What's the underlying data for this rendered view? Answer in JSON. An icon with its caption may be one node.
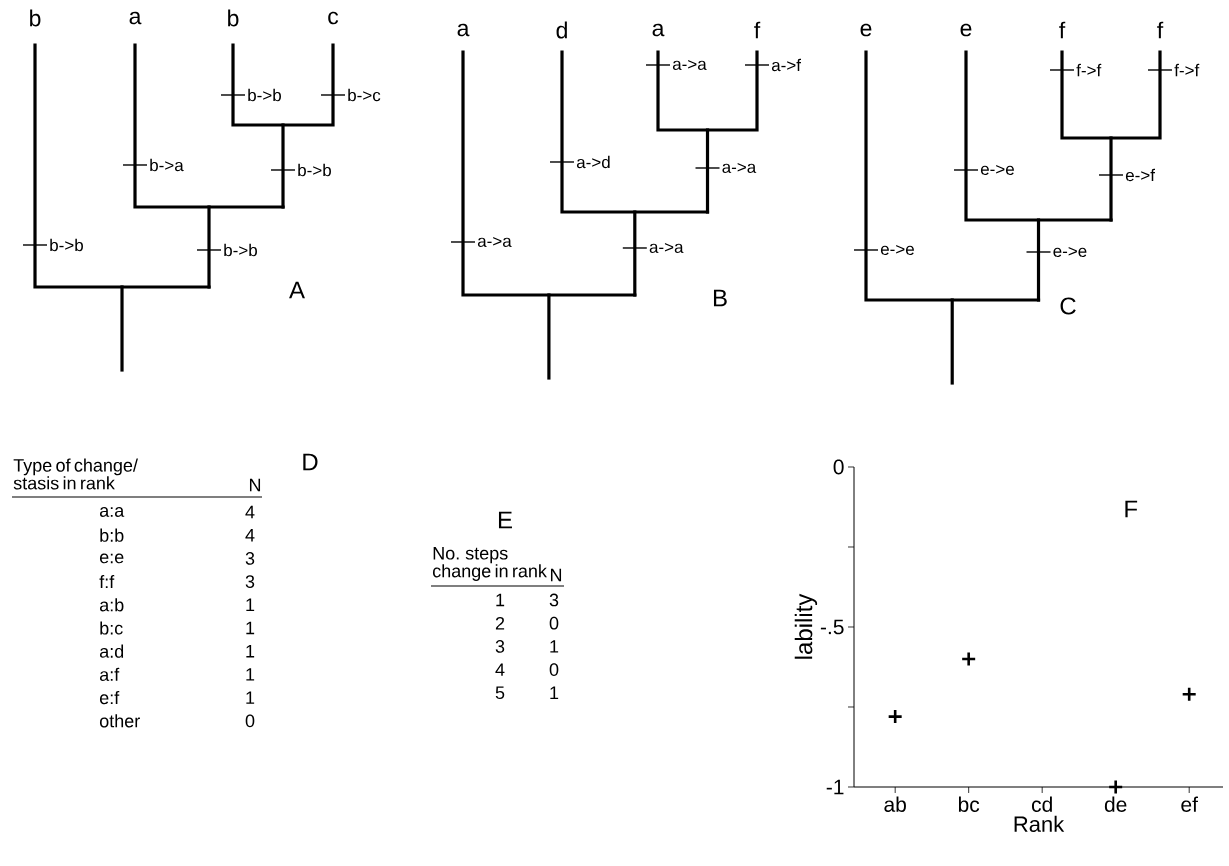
{
  "diagram": {
    "labels": [
      "b",
      "a",
      "b",
      "c",
      "b->b",
      "b->c",
      "b->a",
      "b->b",
      "b->b",
      "b->b",
      "A",
      "a",
      "d",
      "a",
      "f",
      "a->a",
      "a->f",
      "a->d",
      "a->a",
      "a->a",
      "a->a",
      "B",
      "e",
      "e",
      "f",
      "f",
      "f->f",
      "f->f",
      "e->e",
      "e->f",
      "e->e",
      "e->e",
      "C",
      "D",
      "Type of change/ stasis in rank",
      "N",
      "a:a",
      "4",
      "b:b",
      "4",
      "e:e",
      "3",
      "f:f",
      "3",
      "a:b",
      "1",
      "b:c",
      "1",
      "a:d",
      "1",
      "a:f",
      "1",
      "e:f",
      "1",
      "other",
      "0",
      "E",
      "No. steps change in rank",
      "N",
      "1",
      "3",
      "2",
      "0",
      "3",
      "1",
      "4",
      "0",
      "5",
      "1"
    ],
    "chart_data": {
      "type": "scatter",
      "title": "F",
      "xlabel": "Rank",
      "ylabel": "lability",
      "categories": [
        "ab",
        "bc",
        "cd",
        "de",
        "ef"
      ],
      "series": [
        {
          "color": "#000000",
          "values": [
            -0.78,
            -0.6,
            null,
            -1.0,
            -0.71
          ]
        }
      ],
      "ylim": [
        -1,
        0
      ],
      "yticks": [
        {
          "value": 0,
          "label": "0"
        },
        {
          "value": -0.5,
          "label": "-.5"
        },
        {
          "value": -1,
          "label": "-1"
        }
      ]
    }
  }
}
